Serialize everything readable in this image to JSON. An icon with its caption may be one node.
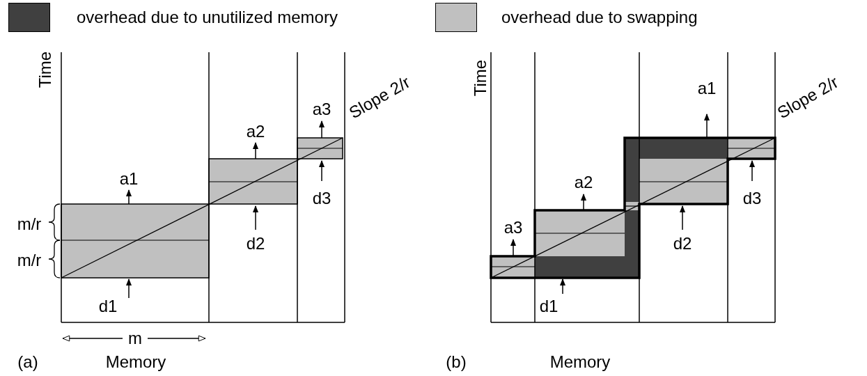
{
  "diagram": {
    "labels": [
      "Time",
      "Slope 2/r",
      "a1",
      "a2",
      "a3",
      "d1",
      "d2",
      "d3",
      "m/r",
      "m/r",
      "m",
      "(a)",
      "Memory",
      "Time",
      "a1",
      "a2",
      "a3",
      "d1",
      "d2",
      "d3",
      "Slope 2/r",
      "(b)",
      "Memory"
    ],
    "legend": [
      {
        "text": "overhead due to unutilized memory",
        "color": "#404040"
      },
      {
        "text": "overhead due to swapping",
        "color": "#c0c0c0"
      }
    ]
  }
}
